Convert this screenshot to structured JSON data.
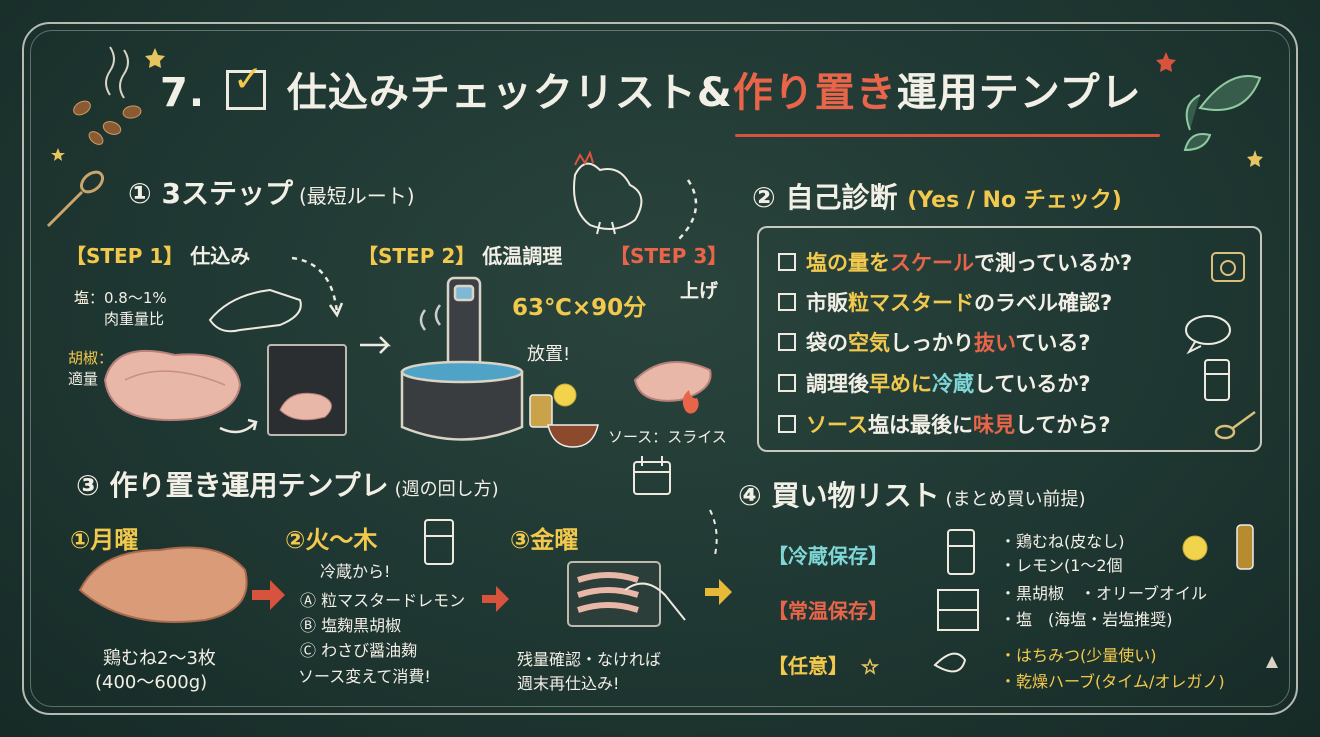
{
  "title": {
    "prefix": "7.",
    "check_icon": "✓",
    "main": "仕込みチェックリスト&",
    "highlight": "作り置き",
    "suffix": "運用テンプレ"
  },
  "sec1": {
    "heading": "① 3ステップ",
    "heading_sub": "(最短ルート)",
    "step1": {
      "tag": "【STEP 1】",
      "label": "仕込み",
      "salt": "塩：0.8〜1%",
      "salt2": "肉重量比",
      "pepper": "胡椒：",
      "pepper2": "適量"
    },
    "step2": {
      "tag": "【STEP 2】",
      "label": "低温調理",
      "temp": "63℃×90分",
      "rest": "放置!"
    },
    "step3": {
      "tag": "【STEP 3】",
      "label": "上げ",
      "note": "ソース：スライス"
    }
  },
  "sec2": {
    "heading": "② 自己診断",
    "heading_sub": "(Yes / No チェック)",
    "items": [
      {
        "a": "塩の量を",
        "b": "スケール",
        "c": "で測っているか?"
      },
      {
        "a": "市販",
        "b": "粒マスタード",
        "c": "のラベル確認?"
      },
      {
        "a": "袋の",
        "b": "空気",
        "c": "しっかり",
        "d": "抜い",
        "e": "ている?"
      },
      {
        "a": "調理後",
        "b": "早めに",
        "c": "冷蔵",
        "d": "しているか?"
      },
      {
        "a": "ソース",
        "b": "塩は最後に",
        "c": "味見",
        "d": "してから?"
      }
    ]
  },
  "sec3": {
    "heading": "③ 作り置き運用テンプレ",
    "heading_sub": "(週の回し方)",
    "mon": {
      "label": "①月曜",
      "line1": "鶏むね2〜3枚",
      "line2": "(400〜600g)"
    },
    "tue": {
      "label": "②火〜木",
      "note": "冷蔵から!",
      "a": "Ⓐ 粒マスタードレモン",
      "b": "Ⓑ 塩麹黒胡椒",
      "c": "Ⓒ わさび醤油麹",
      "d": "ソース変えて消費!"
    },
    "fri": {
      "label": "③金曜",
      "line1": "残量確認・なければ",
      "line2": "週末再仕込み!"
    }
  },
  "sec4": {
    "heading": "④ 買い物リスト",
    "heading_sub": "(まとめ買い前提)",
    "cold": {
      "label": "【冷蔵保存】",
      "items": [
        "・鶏むね(皮なし)",
        "・レモン(1〜2個"
      ]
    },
    "room": {
      "label": "【常温保存】",
      "items": [
        "・黒胡椒　・オリーブオイル",
        "・塩　(海塩・岩塩推奨)"
      ]
    },
    "opt": {
      "label": "【任意】",
      "items": [
        "・はちみつ(少量使い)",
        "・乾燥ハーブ(タイム/オレガノ)"
      ]
    }
  },
  "colors": {
    "board": "#1f3732",
    "yellow": "#f2c94c",
    "red": "#e8654a",
    "cyan": "#7fd6d6",
    "chalk": "#f2efe6"
  }
}
